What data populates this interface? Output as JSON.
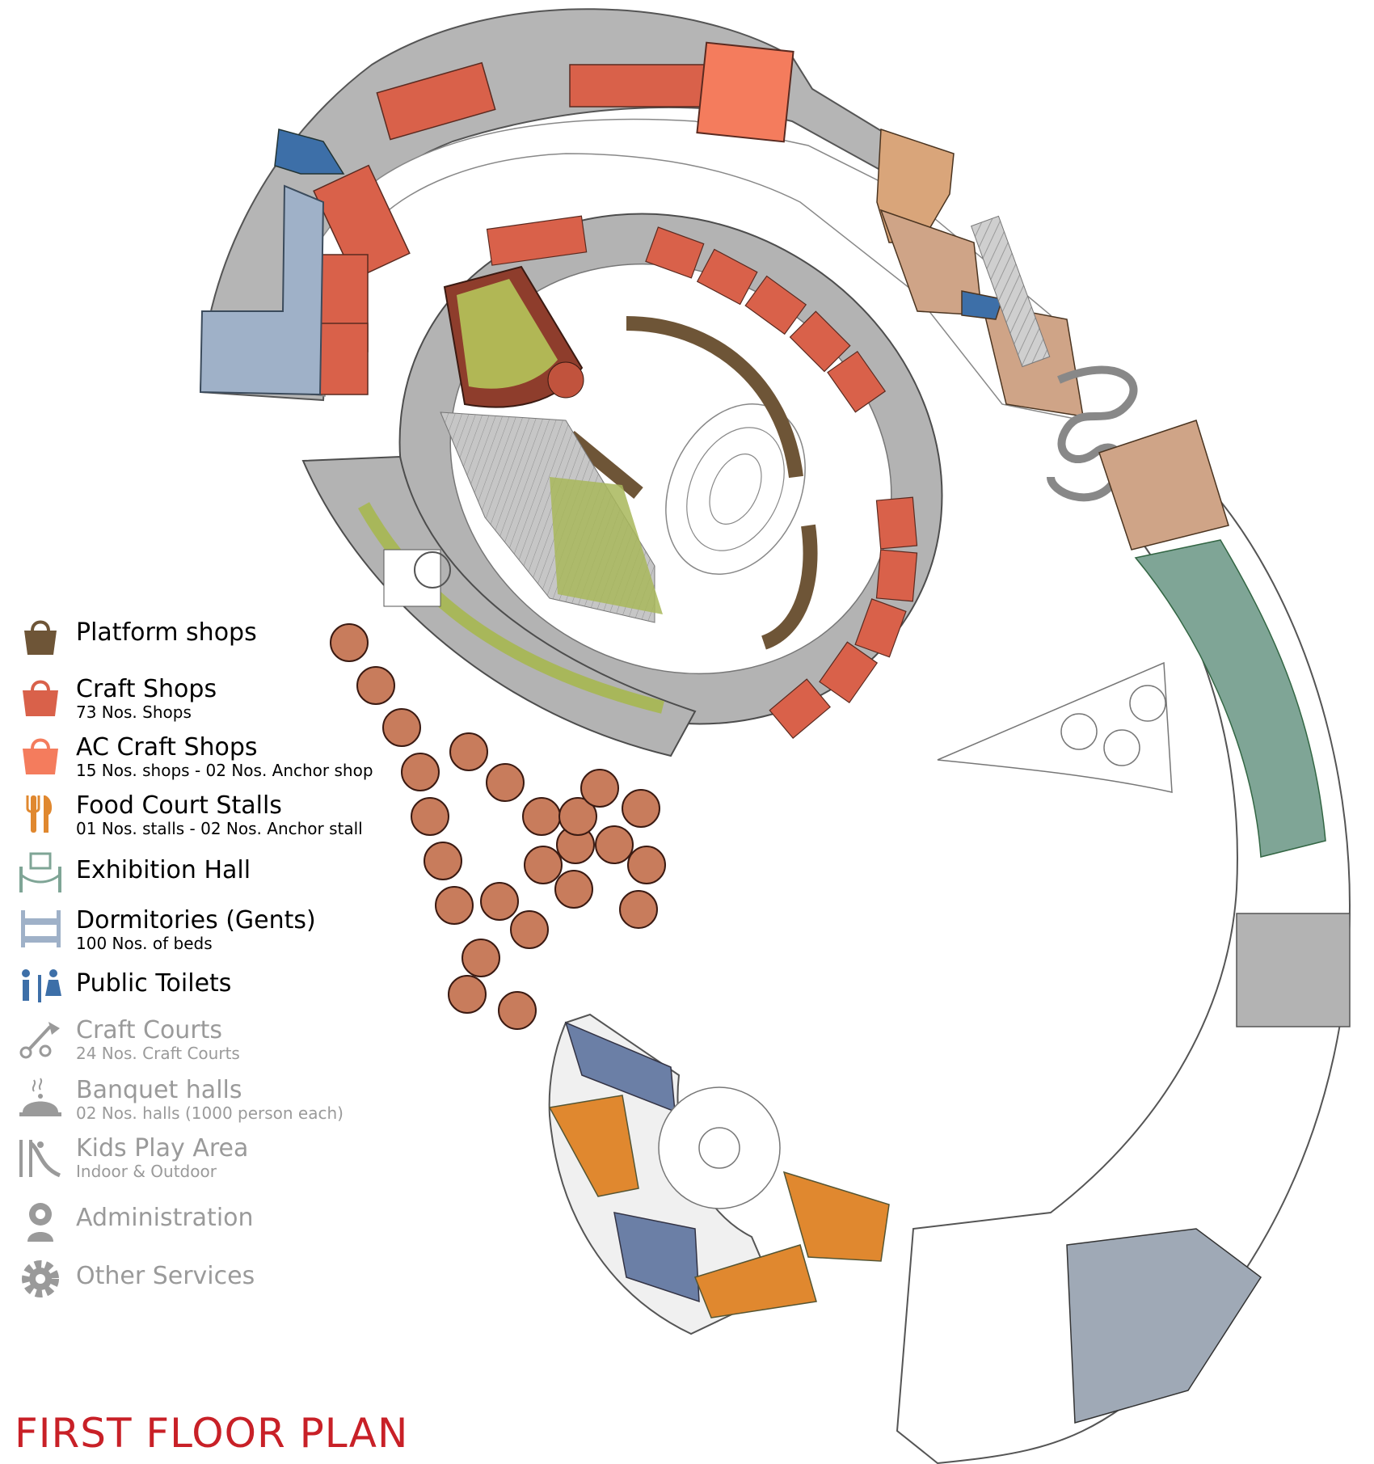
{
  "legend": {
    "items": [
      {
        "title": "Platform shops",
        "subtitle": "",
        "icon": "shopping-bag-icon",
        "color": "#6e5537",
        "active": true
      },
      {
        "title": "Craft Shops",
        "subtitle": "73 Nos. Shops",
        "icon": "shopping-bag-icon",
        "color": "#d9614a",
        "active": true
      },
      {
        "title": "AC Craft Shops",
        "subtitle": "15 Nos. shops - 02 Nos. Anchor shop",
        "icon": "shopping-bag-icon",
        "color": "#f47c5d",
        "active": true
      },
      {
        "title": "Food Court Stalls",
        "subtitle": "01 Nos. stalls - 02 Nos. Anchor stall",
        "icon": "fork-knife-icon",
        "color": "#e0882f",
        "active": true
      },
      {
        "title": "Exhibition Hall",
        "subtitle": "",
        "icon": "exhibition-frame-icon",
        "color": "#7fa596",
        "active": true
      },
      {
        "title": "Dormitories (Gents)",
        "subtitle": "100 Nos. of beds",
        "icon": "bunk-bed-icon",
        "color": "#9fb1c8",
        "active": true
      },
      {
        "title": "Public Toilets",
        "subtitle": "",
        "icon": "toilet-people-icon",
        "color": "#3d6fa8",
        "active": true
      },
      {
        "title": "Craft Courts",
        "subtitle": "24 Nos. Craft Courts",
        "icon": "craft-tools-icon",
        "color": "#9a9a9a",
        "active": false
      },
      {
        "title": "Banquet halls",
        "subtitle": "02 Nos. halls (1000 person each)",
        "icon": "cloche-icon",
        "color": "#9a9a9a",
        "active": false
      },
      {
        "title": "Kids Play Area",
        "subtitle": "Indoor & Outdoor",
        "icon": "slide-icon",
        "color": "#9a9a9a",
        "active": false
      },
      {
        "title": "Administration",
        "subtitle": "",
        "icon": "admin-gear-person-icon",
        "color": "#9a9a9a",
        "active": false
      },
      {
        "title": "Other Services",
        "subtitle": "",
        "icon": "gear-icon",
        "color": "#9a9a9a",
        "active": false
      }
    ]
  },
  "title": "FIRST FLOOR PLAN",
  "colors": {
    "title": "#c82027",
    "corridor": "#b0b0b0",
    "platform": "#6e5537",
    "craft": "#d9614a",
    "ac_craft": "#f47c5d",
    "food": "#e0882f",
    "exhibition": "#7fa596",
    "dormitory": "#9fb1c8",
    "toilets": "#3d6fa8",
    "courts": "#c87c5c",
    "tan": "#cfa487",
    "green_plaza": "#a8b75a"
  }
}
